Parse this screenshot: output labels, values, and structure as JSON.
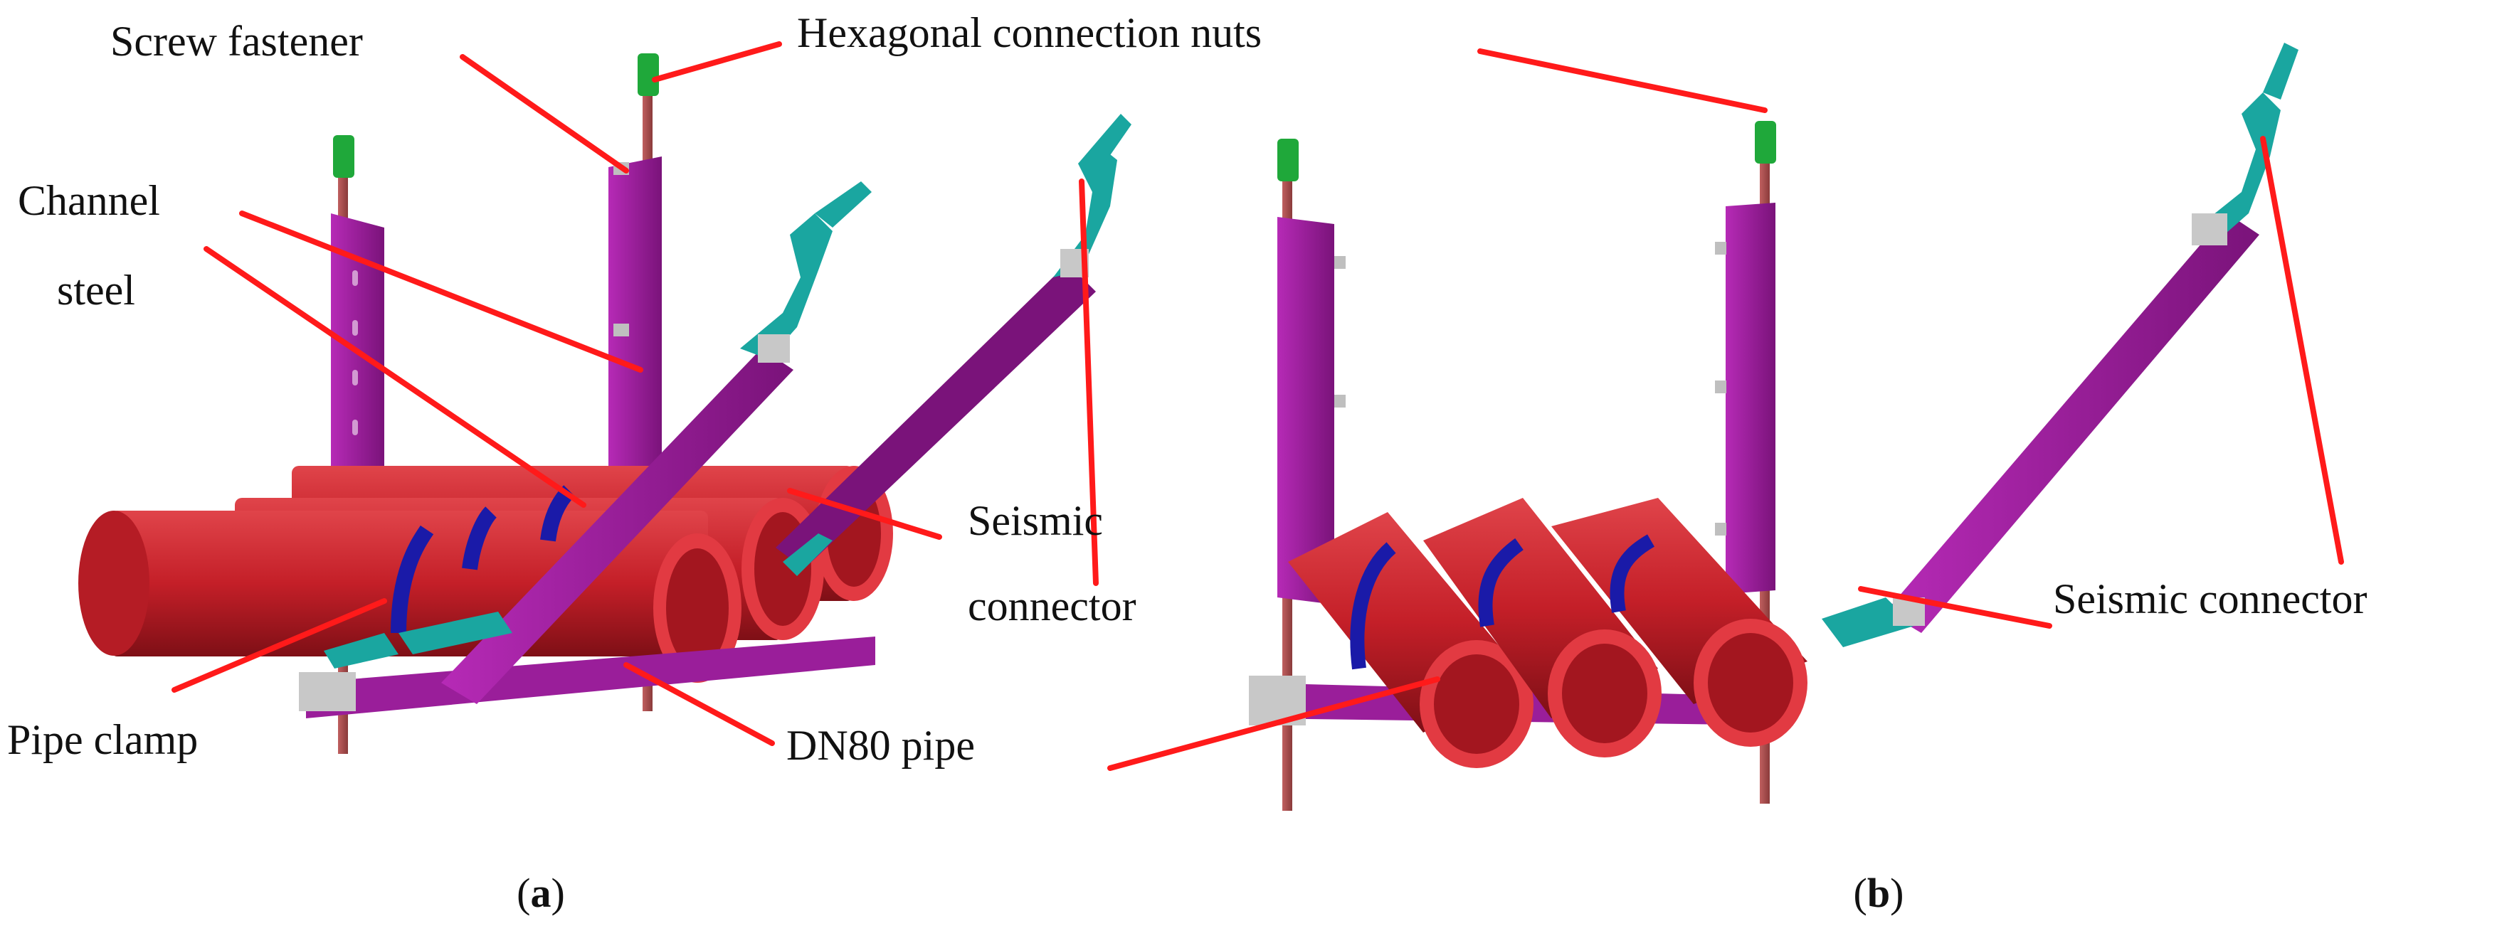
{
  "labels": {
    "screw_fastener": "Screw fastener",
    "hex_nuts": "Hexagonal connection nuts",
    "channel_steel_line1": "Channel",
    "channel_steel_line2": "steel",
    "seismic_a_line1": "Seismic",
    "seismic_a_line2": "connector",
    "pipe_clamp": "Pipe clamp",
    "dn80_pipe": "DN80 pipe",
    "seismic_b": "Seismic connector"
  },
  "captions": {
    "a_open": "(",
    "a_letter": "a",
    "a_close": ")",
    "b_open": "(",
    "b_letter": "b",
    "b_close": ")"
  },
  "colors": {
    "leader": "#ff1a1a",
    "channel_steel": "#a020a0",
    "channel_shadow": "#6e0f6e",
    "pipe": "#c8202a",
    "pipe_dark": "#8a121a",
    "pipe_end": "#e23a42",
    "clamp": "#1a1aa8",
    "seismic": "#1aa6a0",
    "nut": "#1fa83a",
    "rod": "#a84a4a",
    "bracket": "#c8c8c8"
  }
}
